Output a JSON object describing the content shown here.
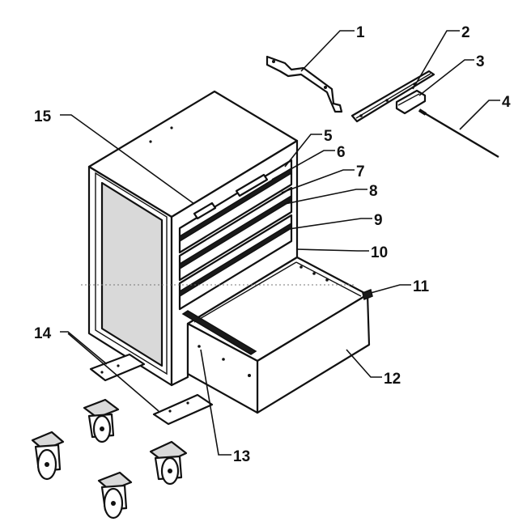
{
  "callouts": [
    "1",
    "2",
    "3",
    "4",
    "5",
    "6",
    "7",
    "8",
    "9",
    "10",
    "11",
    "12",
    "13",
    "14",
    "15"
  ],
  "colors": {
    "line": "#111111",
    "shade": "#d9d9d9",
    "background": "#ffffff"
  }
}
